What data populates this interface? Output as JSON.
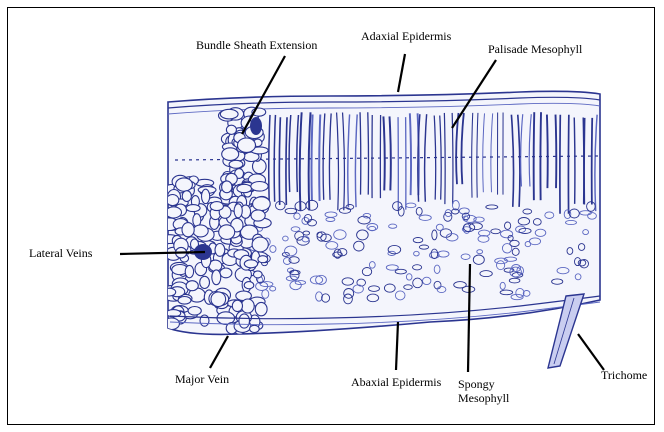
{
  "labels": {
    "bundle_sheath_extension": "Bundle Sheath Extension",
    "adaxial_epidermis": "Adaxial Epidermis",
    "palisade_mesophyll": "Palisade Mesophyll",
    "lateral_veins": "Lateral Veins",
    "major_vein": "Major Vein",
    "abaxial_epidermis": "Abaxial Epidermis",
    "spongy_mesophyll": "Spongy\nMesophyll",
    "trichome": "Trichome"
  },
  "colors": {
    "ink": "#2b3590",
    "ink_light": "#5c68c2",
    "leader": "#000000"
  }
}
